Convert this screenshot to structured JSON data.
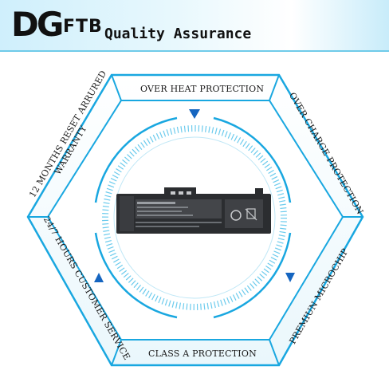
{
  "header": {
    "logo_dg": "DG",
    "logo_ftb": "FTB",
    "tagline": "Quality Assurance"
  },
  "features": {
    "top": "OVER HEAT PROTECTION",
    "upper_right": "OVER CHARGE PROTECTION",
    "lower_right": "PREMIUN MICROCHIP",
    "bottom": "CLASS A PROTECTION",
    "lower_left": "24/7 HOURS CUSTOMER SERVICE",
    "upper_left_line1": "12 MONTHS RESET ARRURED",
    "upper_left_line2": "WARRANTY"
  },
  "colors": {
    "accent": "#19a7e0",
    "accent_dark": "#1565c0",
    "hex_fill": "#e8f6fc"
  }
}
